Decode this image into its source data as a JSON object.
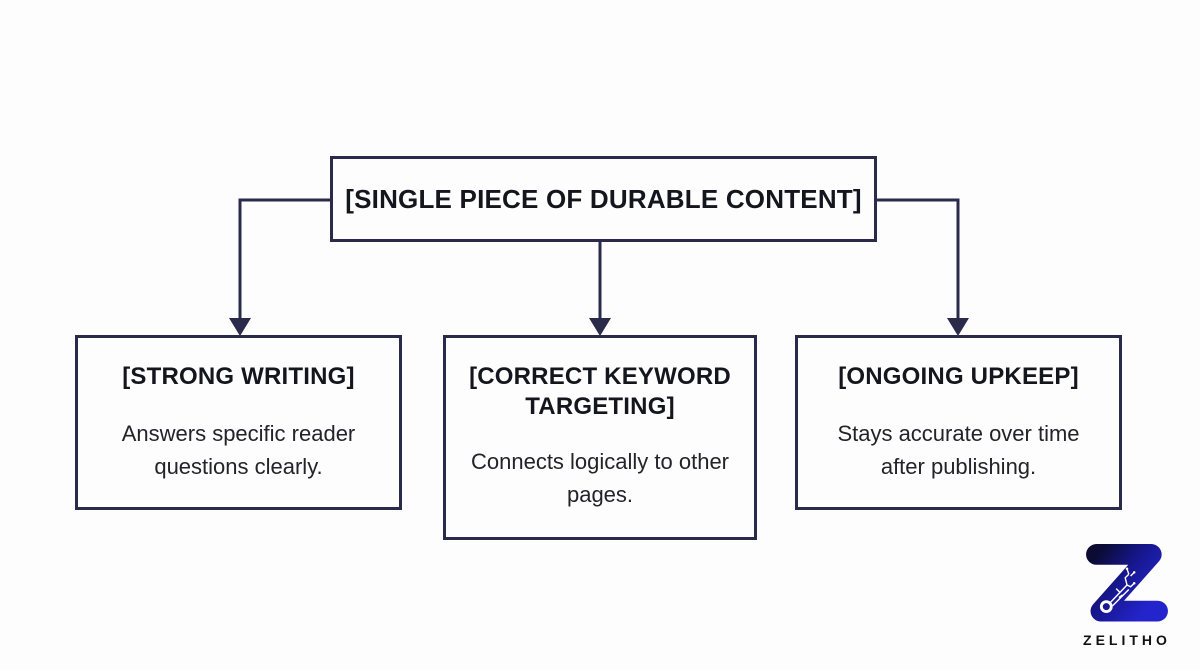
{
  "diagram": {
    "root": {
      "label": "[SINGLE PIECE OF DURABLE CONTENT]"
    },
    "children": [
      {
        "heading": "[STRONG WRITING]",
        "body": "Answers specific reader questions clearly."
      },
      {
        "heading": "[CORRECT KEYWORD TARGETING]",
        "body": "Connects logically to other pages."
      },
      {
        "heading": "[ONGOING UPKEEP]",
        "body": "Stays accurate over time after publishing."
      }
    ]
  },
  "branding": {
    "logo_text": "ZELITHO",
    "logo_icon": "zelitho-z-circuit-logo"
  },
  "colors": {
    "outline": "#2a2a4a",
    "arrow": "#2a2a4a",
    "heading_text": "#15151d",
    "body_text": "#232329",
    "background": "#fdfdfd",
    "logo_gradient_start": "#0b0b33",
    "logo_gradient_end": "#2424cd",
    "logo_text_color": "#111111",
    "logo_circuit": "#ffffff"
  }
}
